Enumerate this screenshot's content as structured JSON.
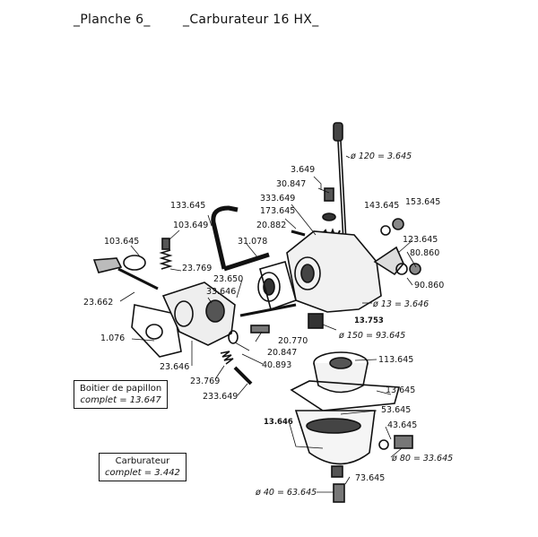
{
  "header": {
    "planche": "Planche 6",
    "title": "Carburateur 16 HX"
  },
  "labels": {
    "l_120_3645": "ø 120 = 3.645",
    "l_3649": "3.649",
    "l_30847": "30.847",
    "l_143645": "143.645",
    "l_153645": "153.645",
    "l_133645": "133.645",
    "l_333649": "333.649",
    "l_173645": "173.645",
    "l_20882": "20.882",
    "l_103649": "103.649",
    "l_103645": "103.645",
    "l_31078": "31.078",
    "l_123645": "123.645",
    "l_80860": "80.860",
    "l_90860": "90.860",
    "l_23769a": "23.769",
    "l_23650": "23.650",
    "l_33646": "33.646",
    "l_23662": "23.662",
    "l_13_3646": "ø 13 = 3.646",
    "l_13753": "13.753",
    "l_150_93645": "ø 150 = 93.645",
    "l_1076": "1.076",
    "l_20770": "20.770",
    "l_20847": "20.847",
    "l_40893": "40.893",
    "l_23646": "23.646",
    "l_113645": "113.645",
    "l_23769b": "23.769",
    "l_13645": "13.645",
    "l_233649": "233.649",
    "l_13646": "13.646",
    "l_53645": "53.645",
    "l_43645": "43.645",
    "l_80_33645": "ø 80 = 33.645",
    "l_73645": "73.645",
    "l_40_63645": "ø 40 = 63.645"
  },
  "box_papillon": {
    "line1": "Boitier de papillon",
    "line2": "complet = 13.647"
  },
  "box_carbu": {
    "line1": "Carburateur",
    "line2": "complet = 3.442"
  }
}
